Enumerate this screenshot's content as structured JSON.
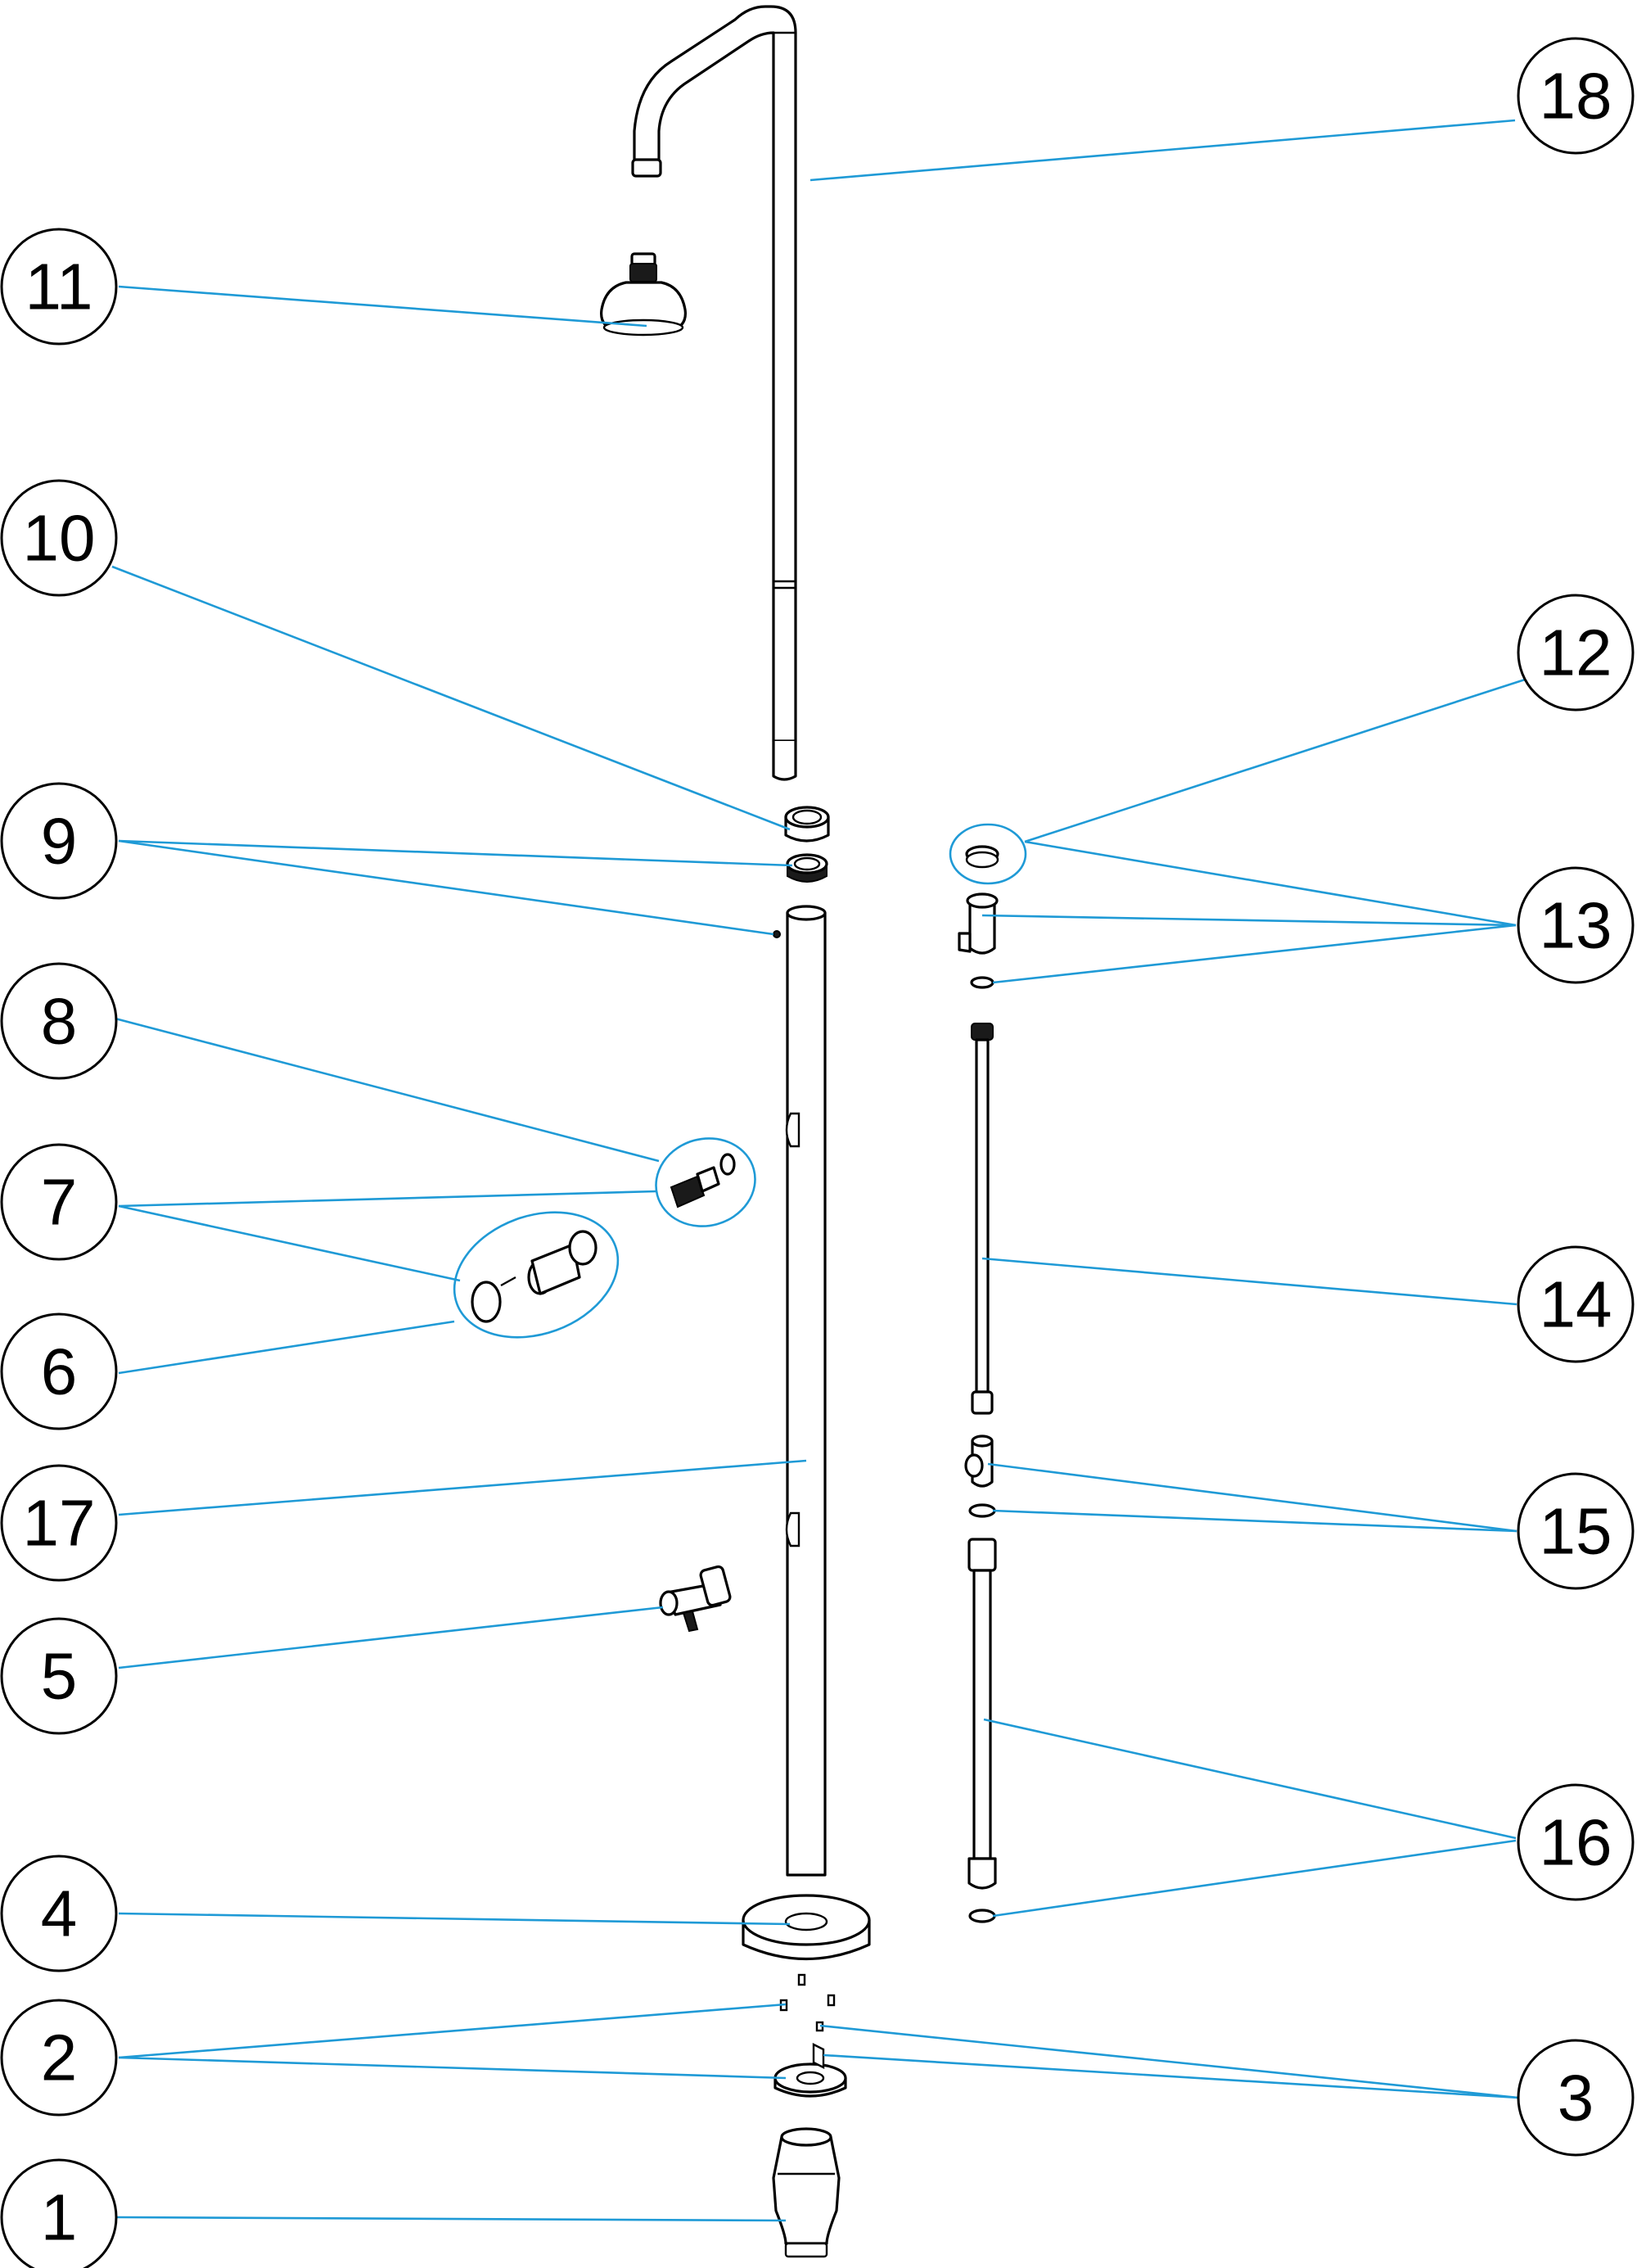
{
  "callouts": [
    {
      "id": "1",
      "label": "1"
    },
    {
      "id": "2",
      "label": "2"
    },
    {
      "id": "3",
      "label": "3"
    },
    {
      "id": "4",
      "label": "4"
    },
    {
      "id": "5",
      "label": "5"
    },
    {
      "id": "6",
      "label": "6"
    },
    {
      "id": "7",
      "label": "7"
    },
    {
      "id": "8",
      "label": "8"
    },
    {
      "id": "9",
      "label": "9"
    },
    {
      "id": "10",
      "label": "10"
    },
    {
      "id": "11",
      "label": "11"
    },
    {
      "id": "12",
      "label": "12"
    },
    {
      "id": "13",
      "label": "13"
    },
    {
      "id": "14",
      "label": "14"
    },
    {
      "id": "15",
      "label": "15"
    },
    {
      "id": "16",
      "label": "16"
    },
    {
      "id": "17",
      "label": "17"
    },
    {
      "id": "18",
      "label": "18"
    }
  ],
  "colors": {
    "leader": "#1f9ad6",
    "outline": "#000000",
    "background": "#ffffff"
  }
}
